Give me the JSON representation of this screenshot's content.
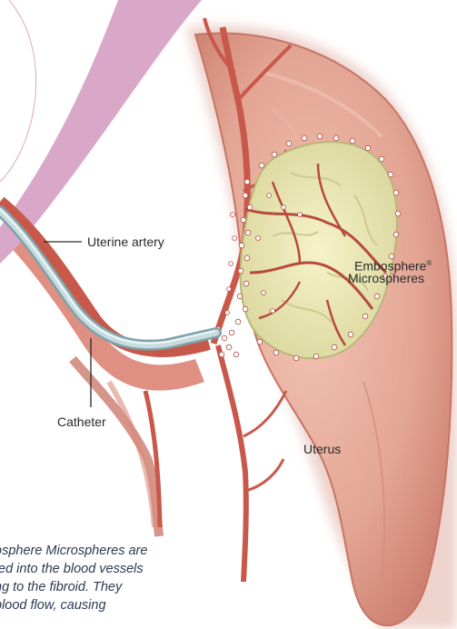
{
  "labels": {
    "uterine_artery": "Uterine artery",
    "embosphere_line1": "Embosphere",
    "embosphere_mark": "®",
    "embosphere_line2": "Microspheres",
    "catheter": "Catheter",
    "uterus": "Uterus"
  },
  "caption": {
    "lines": [
      "osphere Microspheres are",
      "ted into the blood vessels",
      "ng to the fibroid. They",
      "blood flow, causing"
    ]
  },
  "colors": {
    "banner_pink": "#d9a8c9",
    "tissue": "#e3a594",
    "tissue_shadow": "#c67565",
    "artery": "#c8584a",
    "fibroid": "#ecebb7",
    "catheter": "#b9d3d7"
  }
}
